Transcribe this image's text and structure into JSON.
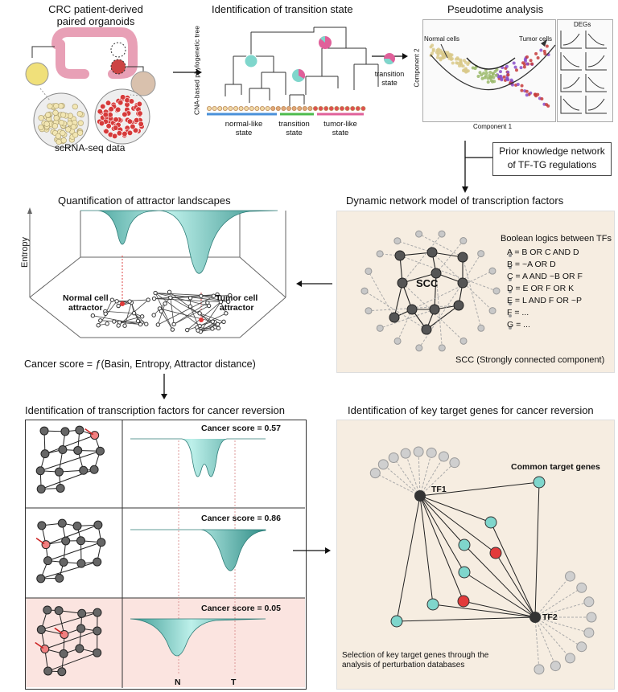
{
  "panel1": {
    "title_line1": "CRC patient-derived",
    "title_line2": "paired organoids",
    "caption": "scRNA-seq data"
  },
  "panel2": {
    "title": "Identification of transition state",
    "y_axis": "CNA-based phylogenetic tree",
    "state_normal": "normal-like\nstate",
    "state_transition": "transition\nstate",
    "state_tumor": "tumor-like\nstate",
    "arrow_label": "transition\nstate"
  },
  "panel3": {
    "title": "Pseudotime analysis",
    "normal": "Normal cells",
    "tumor": "Tumor cells",
    "xaxis": "Component 1",
    "yaxis": "Component 2",
    "degs": "DEGs"
  },
  "prior": {
    "line1": "Prior knowledge network",
    "line2": "of TF-TG regulations"
  },
  "dynamic": {
    "title": "Dynamic network model of transcription factors",
    "logic_title": "Boolean logics between TFs",
    "rules": [
      "A = B OR C AND D",
      "B = ~A OR D",
      "C = A AND ~B OR F",
      "D = E OR F OR K",
      "E = L AND F OR ~P",
      "F = ...",
      "G = ..."
    ],
    "scc": "SCC",
    "scc_caption": "SCC (Strongly connected component)"
  },
  "attractor": {
    "title": "Quantification of attractor landscapes",
    "entropy": "Entropy",
    "normal": "Normal cell\nattractor",
    "tumor": "Tumor cell\nattractor",
    "cancer_score_formula": "Cancer score = ƒ(Basin, Entropy, Attractor distance)"
  },
  "tf_panel": {
    "title": "Identification of transcription factors for cancer reversion",
    "scores": [
      "Cancer score = 0.57",
      "Cancer score = 0.86",
      "Cancer score = 0.05"
    ],
    "axis_n": "N",
    "axis_t": "T"
  },
  "target_panel": {
    "title": "Identification of key target genes for cancer reversion",
    "common": "Common target genes",
    "tf1": "TF1",
    "tf2": "TF2",
    "caption": "Selection of key target genes through the\nanalysis of perturbation databases"
  },
  "colors": {
    "teal": "#7fd6cc",
    "red": "#e23b3b",
    "blue": "#4a90d9",
    "green": "#4cbb4c",
    "pink": "#e0609a",
    "beige": "#f6ede1",
    "pinkbg": "#fbe4e0"
  }
}
